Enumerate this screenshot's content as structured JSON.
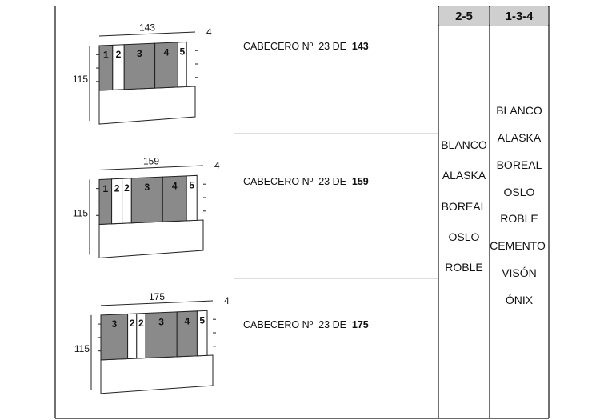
{
  "rows": [
    {
      "model": {
        "prefix": "CABECERO Nº",
        "number": "23",
        "de": "DE",
        "width": "143"
      },
      "dims": {
        "width": "143",
        "height": "115",
        "depth": "4"
      },
      "panels": [
        "1",
        "2",
        "3",
        "4",
        "5"
      ]
    },
    {
      "model": {
        "prefix": "CABECERO Nº",
        "number": "23",
        "de": "DE",
        "width": "159"
      },
      "dims": {
        "width": "159",
        "height": "115",
        "depth": "4"
      },
      "panels": [
        "1",
        "2",
        "2",
        "3",
        "4",
        "5"
      ]
    },
    {
      "model": {
        "prefix": "CABECERO Nº",
        "number": "23",
        "de": "DE",
        "width": "175"
      },
      "dims": {
        "width": "175",
        "height": "115",
        "depth": "4"
      },
      "panels": [
        "3",
        "2",
        "2",
        "3",
        "4",
        "5"
      ]
    }
  ],
  "columns": [
    {
      "header": "2-5",
      "finishes": [
        "BLANCO",
        "ALASKA",
        "BOREAL",
        "OSLO",
        "ROBLE"
      ]
    },
    {
      "header": "1-3-4",
      "finishes": [
        "BLANCO",
        "ALASKA",
        "BOREAL",
        "OSLO",
        "ROBLE",
        "CEMENTO",
        "VISÓN",
        "ÓNIX"
      ]
    }
  ],
  "colors": {
    "dark_panel": "#8a8a8a",
    "light_panel": "#ffffff",
    "header_bg": "#cfcfcf",
    "line": "#222222",
    "divider": "#bbbbbb"
  }
}
